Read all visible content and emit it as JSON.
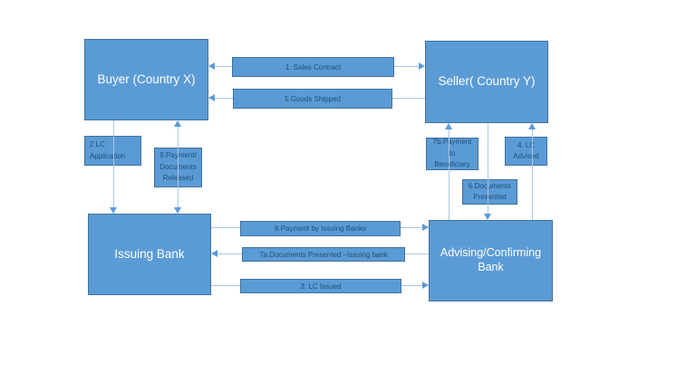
{
  "colors": {
    "box_fill": "#5b9bd5",
    "box_border": "#41719c",
    "node_text": "#fdfdfd",
    "label_text": "#1f4e79",
    "connector_line": "#a9c7e6",
    "arrowhead": "#5b9bd5",
    "background": "#ffffff"
  },
  "nodes": [
    {
      "id": "buyer",
      "label": "Buyer (Country X)"
    },
    {
      "id": "seller",
      "label": "Seller( Country Y)"
    },
    {
      "id": "issuing_bank",
      "label": "Issuing Bank"
    },
    {
      "id": "advising_bank",
      "label": "Advising/Confirming Bank"
    }
  ],
  "step_boxes": [
    {
      "id": "lc_application",
      "lines": [
        "2 LC",
        "Application"
      ]
    },
    {
      "id": "payment_documents_released",
      "lines": [
        "9.Payment/",
        "Documents",
        "Released"
      ]
    },
    {
      "id": "payment_to_beneficiary",
      "lines": [
        "7b.Payment",
        "to",
        "Beneficiary"
      ]
    },
    {
      "id": "lc_advised",
      "lines": [
        "4. LC",
        "Advised"
      ]
    },
    {
      "id": "documents_presented",
      "lines": [
        "6.Documents",
        "Presented"
      ]
    }
  ],
  "connector_labels": [
    {
      "id": "sales_contract",
      "label": "1. Sales Contract",
      "direction": "both"
    },
    {
      "id": "goods_shipped",
      "label": "5.Goods Shipped",
      "direction": "left"
    },
    {
      "id": "payment_by_issuing_banks",
      "label": "8.Payment by Issuing Banks",
      "direction": "right"
    },
    {
      "id": "documents_presented_issuing_bank",
      "label": "7a.Documents Presented –Issuing bank",
      "direction": "left"
    },
    {
      "id": "lc_issued",
      "label": "3. LC Issued",
      "direction": "right"
    }
  ]
}
